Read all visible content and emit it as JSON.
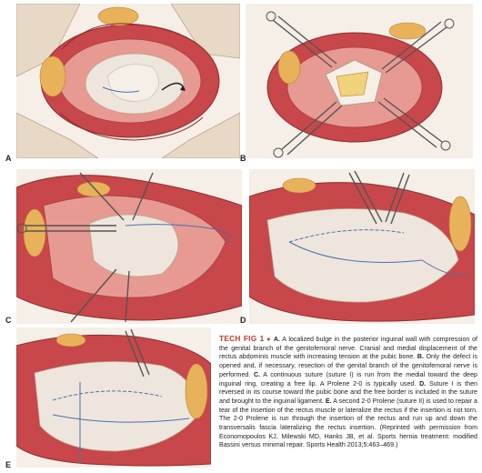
{
  "panels": {
    "a": "A",
    "b": "B",
    "c": "C",
    "d": "D",
    "e": "E"
  },
  "caption": {
    "figure_label": "TECH FIG 1",
    "bullet": "●",
    "a_label": "A.",
    "a_text": " A localized bulge in the posterior inguinal wall with compression of the genital branch of the genitofemoral nerve. Cranial and medial displacement of the rectus abdominis muscle with increasing tension at the pubic bone. ",
    "b_label": "B.",
    "b_text": " Only the defect is opened and, if necessary, resection of the genital branch of the genitofemoral nerve is performed. ",
    "c_label": "C.",
    "c_text": " A continuous suture (suture I) is run from the medial toward the deep inguinal ring, creating a free lip. A Prolene 2-0 is typically used. ",
    "d_label": "D.",
    "d_text": " Suture I is then reversed in its course toward the pubic bone and the free border is included in the suture and brought to the inguinal ligament. ",
    "e_label": "E.",
    "e_text": " A second 2-0 Prolene (suture II) is used to repair a tear of the insertion of the rectus muscle or lateralize the rectus if the insertion is not torn. The 2-0 Prolene is run through the insertion of the rectus and run up and down the transversalis fascia lateralizing the rectus insertion. (Reprinted with permission from Economopoulos KJ, Milewski MD, Hanks JB, et al. Sports hernia treatment: modified Bassini versus minimal repair. Sports Health 2013;5:463–469.)"
  },
  "colors": {
    "muscle": "#c8474a",
    "muscle_light": "#e79a92",
    "fat": "#e8b25a",
    "tissue": "#ece2d8",
    "suture": "#4a6fb0",
    "accent": "#c0392b"
  }
}
